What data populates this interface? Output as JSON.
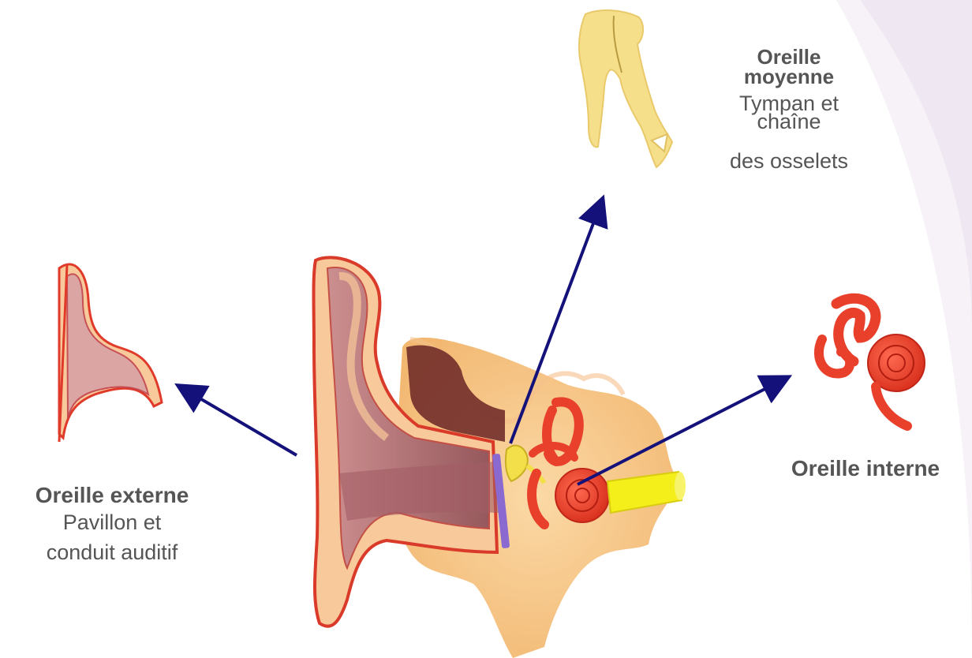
{
  "labels": {
    "externe": {
      "title": "Oreille externe",
      "line1": "Pavillon et",
      "line2": "conduit auditif"
    },
    "moyenne": {
      "title_line1": "Oreille",
      "title_line2": "moyenne",
      "line1": "Tympan et",
      "line2": "chaîne",
      "line3": "des osselets"
    },
    "interne": {
      "title": "Oreille interne"
    }
  },
  "colors": {
    "arrow": "#14127a",
    "skin": "#f7c98f",
    "skin_edge": "#d93a2a",
    "canal": "#b8757c",
    "ossicles": "#f3df7a",
    "cochlea": "#ec3b28",
    "nerve": "#f4ee1a",
    "eardrum": "#8a6ad0",
    "backdrop": "#f6f2f7"
  }
}
